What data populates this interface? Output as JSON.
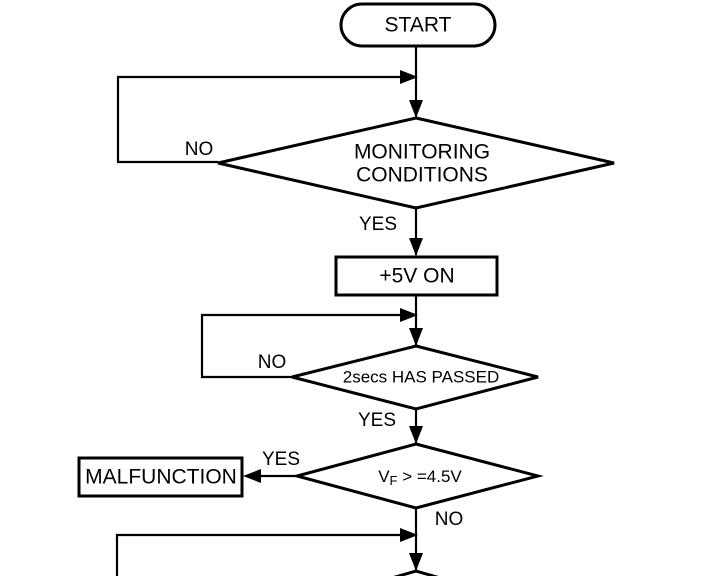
{
  "diagram": {
    "type": "flowchart",
    "title": "",
    "background_color": "#ffffff",
    "line_color": "#000000",
    "shape_fill": "#ffffff",
    "nodes": [
      {
        "id": "start",
        "shape": "rounded-terminator",
        "label": "START"
      },
      {
        "id": "monitoring-conditions",
        "shape": "decision-diamond",
        "label_line1": "MONITORING",
        "label_line2": "CONDITIONS"
      },
      {
        "id": "five-volt-on",
        "shape": "process-rectangle",
        "label": "+5V ON"
      },
      {
        "id": "two-secs-passed",
        "shape": "decision-diamond",
        "label": "2secs HAS PASSED"
      },
      {
        "id": "vf-threshold",
        "shape": "decision-diamond",
        "label_prefix": "V",
        "label_subscript": "F",
        "label_suffix": " > =4.5V"
      },
      {
        "id": "malfunction",
        "shape": "process-rectangle",
        "label": "MALFUNCTION"
      },
      {
        "id": "next-decision-partial",
        "shape": "decision-diamond-cropped",
        "label": ""
      }
    ],
    "edge_labels": {
      "monitoring_no": "NO",
      "monitoring_yes": "YES",
      "two_secs_no": "NO",
      "two_secs_yes": "YES",
      "vf_yes": "YES",
      "vf_no": "NO"
    }
  }
}
